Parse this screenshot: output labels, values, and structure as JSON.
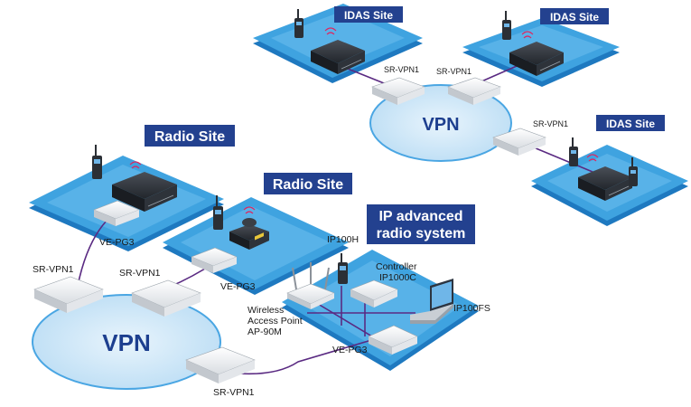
{
  "sites": {
    "idas_1": "IDAS Site",
    "idas_2": "IDAS Site",
    "idas_3": "IDAS Site",
    "radio_1": "Radio Site",
    "radio_2": "Radio Site",
    "ip_advanced_line1": "IP advanced",
    "ip_advanced_line2": "radio system"
  },
  "vpn": {
    "small": "VPN",
    "large": "VPN"
  },
  "devices": {
    "sr_vpn1_a": "SR-VPN1",
    "sr_vpn1_b": "SR-VPN1",
    "sr_vpn1_c": "SR-VPN1",
    "sr_vpn1_d": "SR-VPN1",
    "sr_vpn1_e": "SR-VPN1",
    "sr_vpn1_f": "SR-VPN1",
    "ve_pg3_a": "VE-PG3",
    "ve_pg3_b": "VE-PG3",
    "ve_pg3_c": "VE-PG3",
    "ip100h": "IP100H",
    "controller_line1": "Controller",
    "controller_line2": "IP1000C",
    "ip100fs": "IP100FS",
    "wap_line1": "Wireless",
    "wap_line2": "Access Point",
    "wap_line3": "AP-90M"
  },
  "colors": {
    "platform_top": "#3fa3e0",
    "platform_side": "#1e79c0",
    "title_bg": "#23418f",
    "vpn_fill": "#cfe6f7",
    "vpn_stroke": "#4aa6e3",
    "link": "#5a2a82"
  }
}
